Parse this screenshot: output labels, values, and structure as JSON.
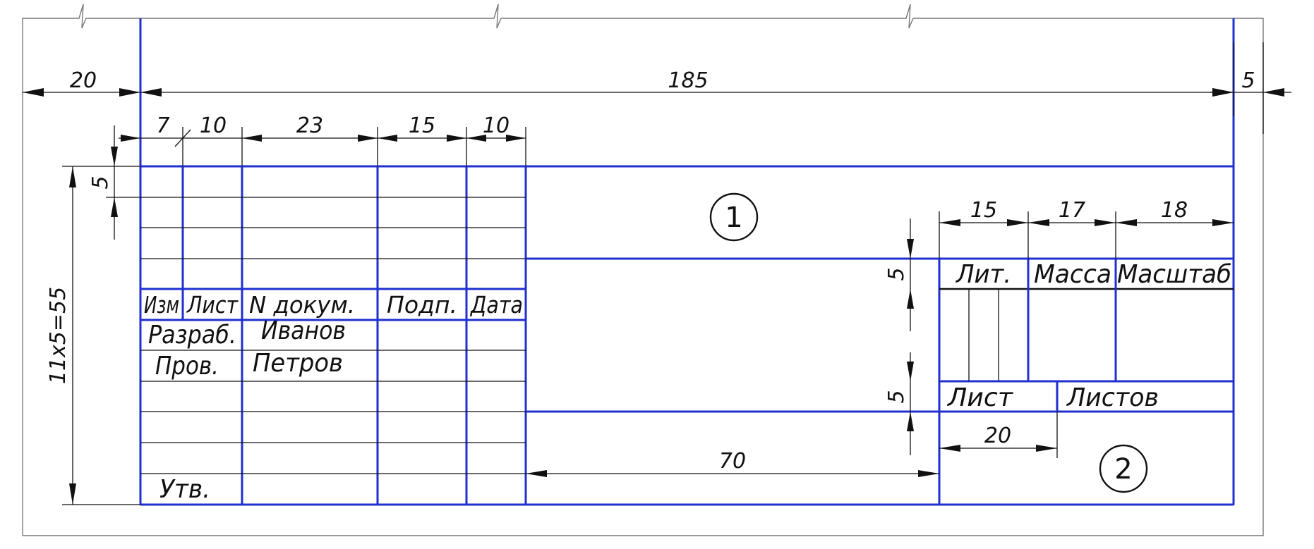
{
  "dimensions": {
    "left_margin": "20",
    "width": "185",
    "right_margin": "5",
    "height": "11x5=55",
    "col_izm": "7",
    "col_list": "10",
    "col_dokum": "23",
    "col_podp": "15",
    "col_data": "10",
    "row": "5",
    "lit": "15",
    "massa": "17",
    "masshtab": "18",
    "row_lit": "5",
    "row_list": "5",
    "list_width": "20",
    "zone_width": "70"
  },
  "headers": {
    "izm": "Изм",
    "list": "Лист",
    "dokum": "N докум.",
    "podp": "Подп.",
    "data": "Дата"
  },
  "roles": {
    "razrab": "Разраб.",
    "razrab_name": "Иванов",
    "prov": "Пров.",
    "prov_name": "Петров",
    "utv": "Утв."
  },
  "right_block": {
    "lit": "Лит.",
    "massa": "Масса",
    "masshtab": "Масштаб",
    "sheet": "Лист",
    "sheets": "Листов"
  },
  "zones": {
    "zone1": "1",
    "zone2": "2"
  }
}
